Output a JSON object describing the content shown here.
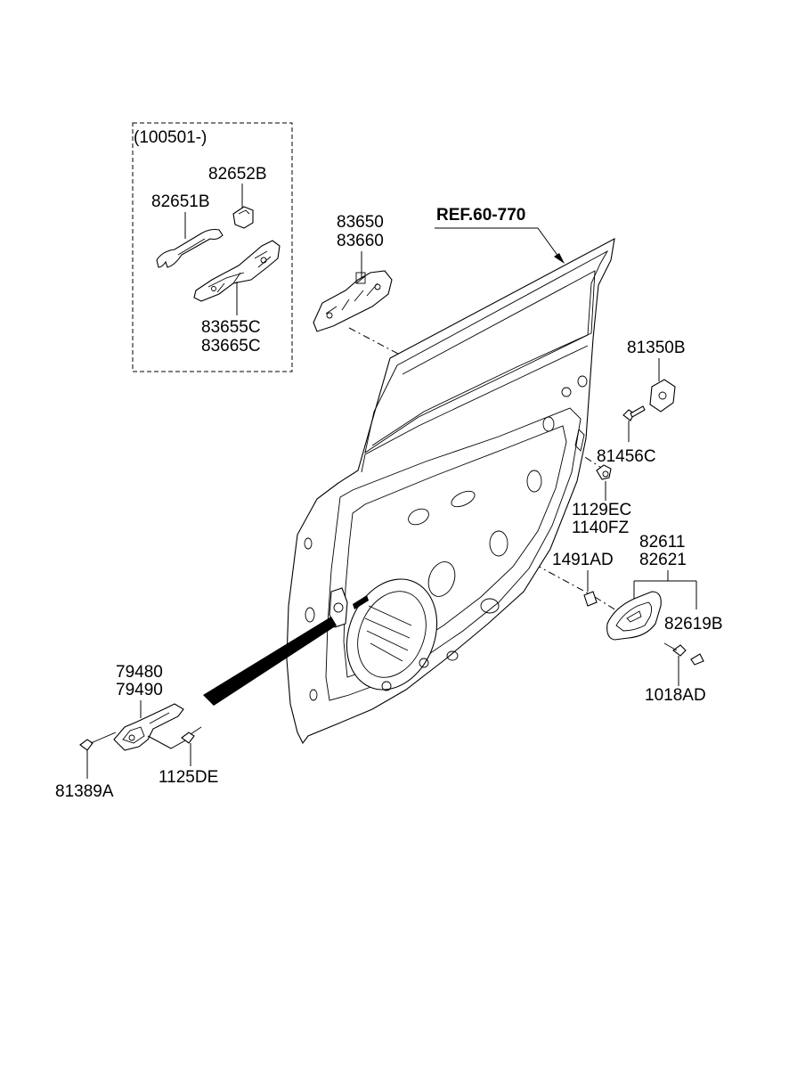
{
  "diagram": {
    "inset_label": "(100501-)",
    "reference": "REF.60-770",
    "callouts": {
      "p82652B": "82652B",
      "p82651B": "82651B",
      "p83655C": "83655C",
      "p83665C": "83665C",
      "p83650": "83650",
      "p83660": "83660",
      "p81350B": "81350B",
      "p81456C": "81456C",
      "p1129EC": "1129EC",
      "p1140FZ": "1140FZ",
      "p82611": "82611",
      "p82621": "82621",
      "p1491AD": "1491AD",
      "p82619B": "82619B",
      "p1018AD": "1018AD",
      "p79480": "79480",
      "p79490": "79490",
      "p81389A": "81389A",
      "p1125DE": "1125DE"
    }
  }
}
